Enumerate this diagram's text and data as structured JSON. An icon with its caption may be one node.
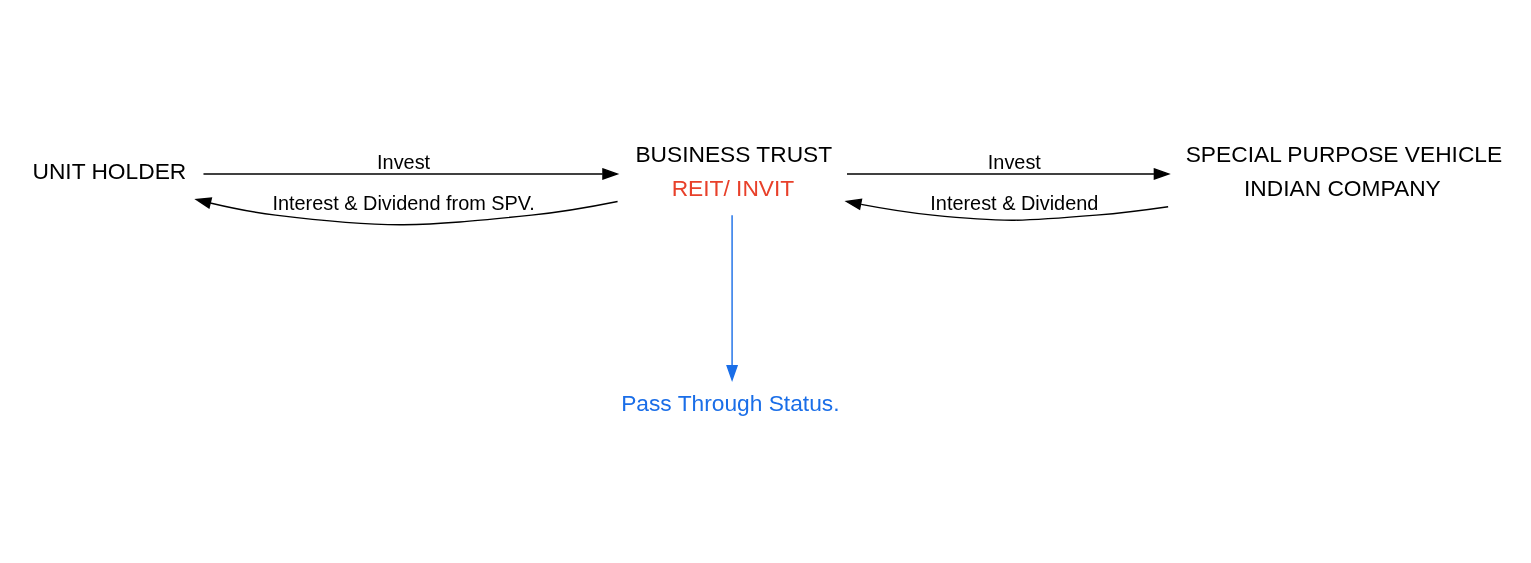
{
  "diagram": {
    "nodes": [
      {
        "text": [
          "UNIT HOLDER"
        ]
      },
      {
        "text": [
          "BUSINESS TRUST",
          "REIT/ INVIT"
        ]
      },
      {
        "text": [
          "SPECIAL PURPOSE VEHICLE",
          "INDIAN COMPANY"
        ]
      },
      {
        "text": [
          "Pass Through Status."
        ]
      }
    ],
    "edges": [
      {
        "from": 0,
        "to": 1,
        "arrow": "to",
        "label": "Invest"
      },
      {
        "from": 1,
        "to": 2,
        "arrow": "to",
        "label": "Invest"
      },
      {
        "from": 2,
        "to": 1,
        "arrow": "to",
        "label": "Interest & Dividend"
      },
      {
        "from": 1,
        "to": 0,
        "arrow": "to",
        "label": "Interest & Dividend from SPV."
      },
      {
        "from": 1,
        "to": 3,
        "arrow": "to",
        "color": "#1a6ee8"
      }
    ]
  }
}
